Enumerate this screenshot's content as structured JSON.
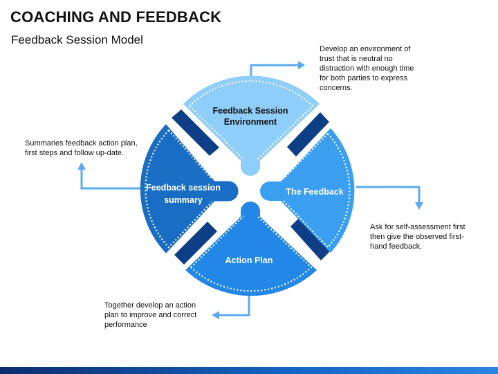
{
  "header": {
    "title": "COACHING AND FEEDBACK",
    "subtitle": "Feedback Session Model"
  },
  "segments": {
    "top": {
      "label_line1": "Feedback Session",
      "label_line2": "Environment",
      "color": "#8fcdfa"
    },
    "right": {
      "label": "The Feedback",
      "color": "#3a9ff0"
    },
    "bottom": {
      "label": "Action Plan",
      "color": "#2287e6"
    },
    "left": {
      "label_line1": "Feedback session",
      "label_line2": "summary",
      "color": "#1a6dc4"
    }
  },
  "notes": {
    "top": "Develop an environment of trust that is neutral no distraction with enough time for both parties to express concerns.",
    "left": "Summaries feedback action plan, first steps and follow up-date.",
    "right": "Ask for self-assessment first then give the observed first-hand feedback.",
    "bottom": "Together develop an action plan to improve and correct performance"
  },
  "colors": {
    "accent": "#1a6dc4",
    "connector": "#5aaaf0",
    "shadow": "#0e3f86"
  }
}
